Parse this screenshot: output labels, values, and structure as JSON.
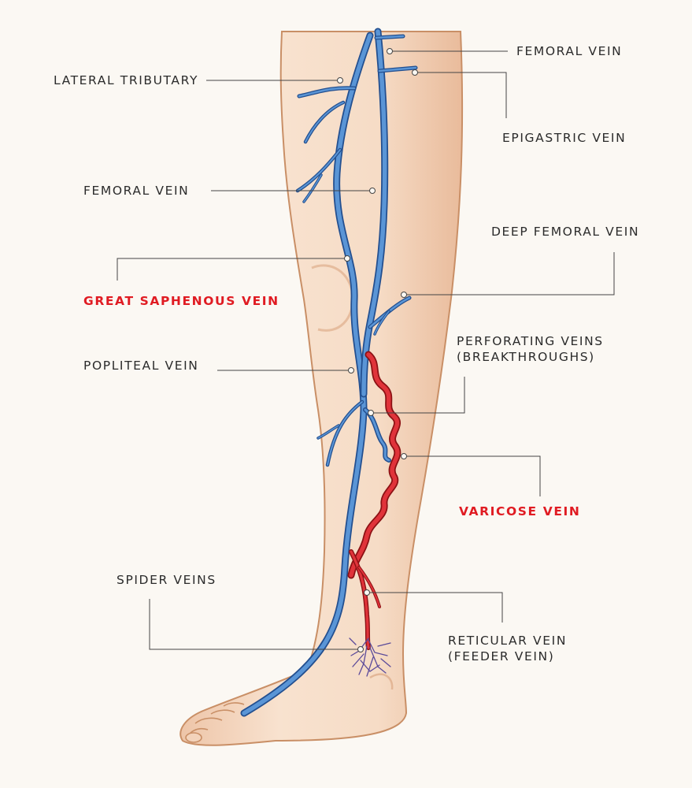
{
  "labels": {
    "lateral_tributary": "LATERAL TRIBUTARY",
    "femoral_vein_top": "FEMORAL VEIN",
    "epigastric_vein": "EPIGASTRIC VEIN",
    "femoral_vein_left": "FEMORAL VEIN",
    "deep_femoral_vein": "DEEP FEMORAL VEIN",
    "great_saphenous_vein": "GREAT SAPHENOUS VEIN",
    "popliteal_vein": "POPLITEAL VEIN",
    "perforating_veins_line1": "PERFORATING VEINS",
    "perforating_veins_line2": "(BREAKTHROUGHS)",
    "varicose_vein": "VARICOSE VEIN",
    "spider_veins": "SPIDER VEINS",
    "reticular_vein_line1": "RETICULAR VEIN",
    "reticular_vein_line2": "(FEEDER VEIN)"
  },
  "colors": {
    "background": "#fbf8f3",
    "skin": "#f6dcc6",
    "skin_outline": "#c98f66",
    "vein_blue": "#4a85c9",
    "vein_blue_dark": "#234f8f",
    "vein_red": "#d8232a",
    "vein_red_dark": "#8c1114",
    "spider_purple": "#5b4a9a",
    "highlight_label": "#e01b22",
    "label_text": "#2b2b2b",
    "leader_line": "#444444"
  }
}
